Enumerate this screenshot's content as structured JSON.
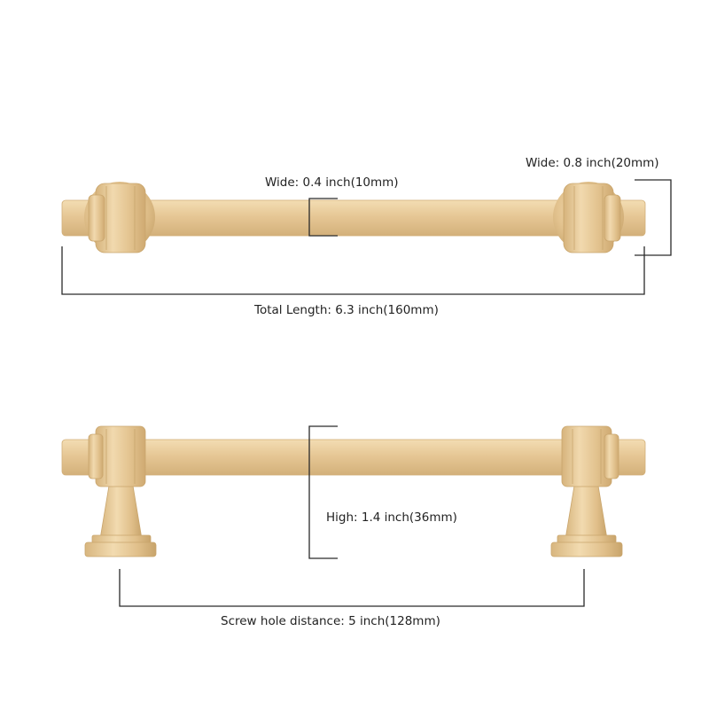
{
  "labels": {
    "top_end_width": "Wide: 0.8 inch(20mm)",
    "top_bar_width": "Wide: 0.4 inch(10mm)",
    "total_length": "Total Length: 6.3 inch(160mm)",
    "height": "High: 1.4 inch(36mm)",
    "screw_hole_distance": "Screw hole distance: 5 inch(128mm)"
  },
  "colors": {
    "brass_base": "#E2C38E",
    "brass_light": "#F3DDB3",
    "brass_dark": "#C9A56C",
    "dimension_line": "#2a2a2a",
    "text": "#222222"
  }
}
